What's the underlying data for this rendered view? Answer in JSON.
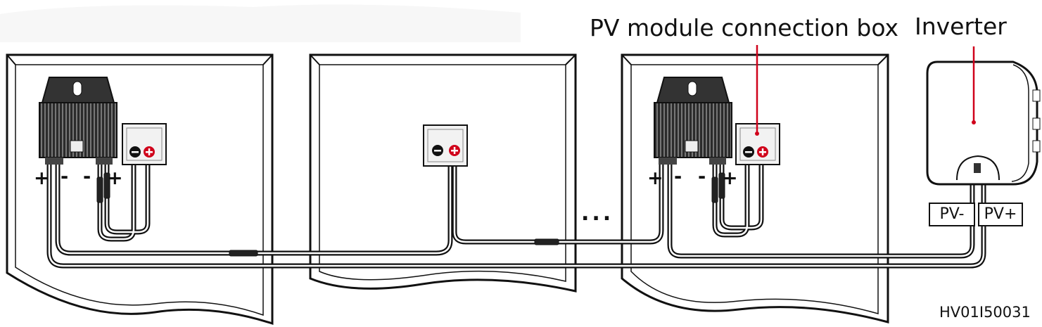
{
  "labels": {
    "connection_box": "PV module connection box",
    "inverter": "Inverter",
    "figure_code": "HV01I50031",
    "ellipsis": "..."
  },
  "ports": {
    "pv_minus": "PV-",
    "pv_plus": "PV+"
  },
  "polarity": {
    "plus": "+",
    "minus": "-"
  },
  "colors": {
    "line": "#111111",
    "pointer": "#d0021b",
    "positive_terminal": "#d0021b",
    "negative_terminal": "#111111",
    "panel_fill": "#ffffff",
    "optimizer_fill": "#3a3a3a"
  },
  "icons": [
    "optimizer-icon",
    "connection-box-icon",
    "inverter-icon",
    "connector-icon"
  ]
}
